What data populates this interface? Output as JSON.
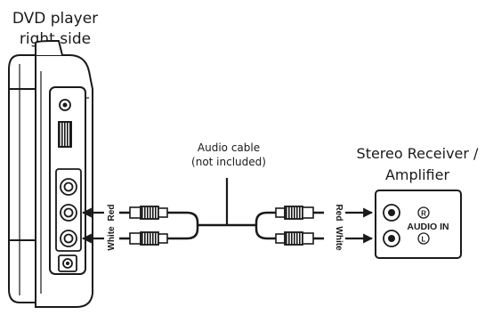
{
  "player": {
    "title_line1": "DVD player",
    "title_line2": "right side",
    "jack_label_red": "Red",
    "jack_label_white": "White"
  },
  "cable": {
    "label_line1": "Audio cable",
    "label_line2": "(not included)"
  },
  "receiver": {
    "title_line1": "Stereo Receiver /",
    "title_line2": "Amplifier",
    "label_red": "Red",
    "label_white": "White",
    "input_label": "AUDIO IN",
    "channel_right": "R",
    "channel_left": "L"
  },
  "colors": {
    "line": "#1a1a1a",
    "device_fill": "#ffffff",
    "shade": "#cfcfcf"
  }
}
